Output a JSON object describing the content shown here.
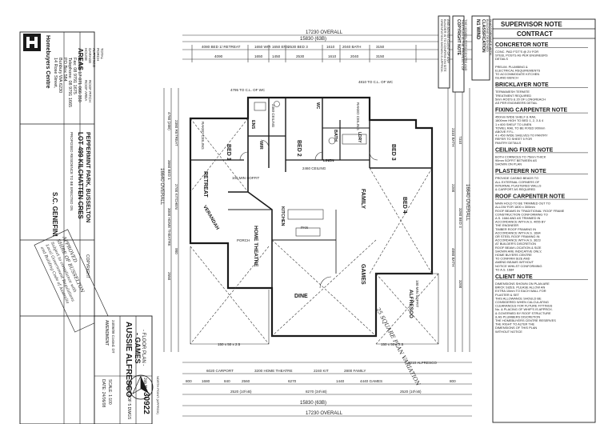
{
  "builder": {
    "name": "Homebuyers Centre",
    "address": [
      "14 Rose Street,",
      "Bunbury WA 6230",
      "PO Box 584",
      "Telephone: 08 9791 1665",
      "Fax: 08 9791 1675",
      "A.B.N. 17 071 066 350"
    ]
  },
  "areas": {
    "title": "AREAS",
    "rows": [
      "HOUSE",
      "GARAGE",
      "ALFRESCO",
      "PORCH",
      "TOTAL",
      "ROOF AREA",
      "ROOF PITCH"
    ]
  },
  "project": {
    "proposed": "PROPOSED RESIDENCE TO BE ERECTED ON",
    "lot": "LOT 499 KILCHATTEN CRES",
    "suburb": "PEPPERMINT PARK, BUSSELTON",
    "client": "S.C. GENEFINI",
    "copyright": "COPYRIGHT"
  },
  "stamp": {
    "lines": [
      "APPROVED",
      "SHIRE OF BUSSELTON",
      "Subject to compliance with",
      "Local Government Regulations",
      "and Building Code of Australia"
    ]
  },
  "dimensions": {
    "top_overall": "17230 OVERALL",
    "top_inner": "15830 (63B)",
    "bottom_overall": "17230 OVERALL",
    "bottom_inner": "15830 (63B)",
    "left_overall": "16640 OVERALL",
    "right_overall": "16640 OVERALL",
    "top_segments": [
      "4080 BED 1/ RETREAT",
      "1650 WIR",
      "1650 ENS",
      "2530 BED 3",
      "1610",
      "2040 BATH",
      "3150"
    ],
    "top_row2": [
      "4090",
      "1650",
      "1450",
      "2530",
      "1610",
      "2040",
      "3150"
    ],
    "bottom_segments": [
      "6020 CARPORT",
      "3200 HOME THEATRE",
      "2240 KIT",
      "2800 FAMILY",
      "3210 ALFRESCO"
    ],
    "bottom_row2": [
      "800",
      "1680",
      "840",
      "2560",
      "6270",
      "1440",
      "4440 GAMES",
      "800"
    ],
    "bottom_row3": [
      "2520 (10½B)",
      "8270 (34½B)",
      "2520 (10½B)"
    ],
    "setback_left": "4795 TO C.L. OF WC",
    "setback_right": "4810 TO C.L. OF WC",
    "left_segments": [
      "4780 (20B)",
      "3660 BED 1",
      "2380 RETREAT",
      "3000 HOME THEATRE",
      "2700 KITCHEN",
      "2550",
      "980"
    ],
    "right_segments": [
      "2310 BATH",
      "7310",
      "2200",
      "3280 BED 4",
      "4880 BATH",
      "3200"
    ]
  },
  "rooms": [
    "BED 1",
    "RETREAT",
    "WIR",
    "ENS",
    "BED 2",
    "BED 3",
    "BATH",
    "LDRY",
    "WC",
    "LINEN",
    "BED 4",
    "FAMILY",
    "KITCHEN",
    "HOME THEATRE",
    "VERANDAH",
    "DINE",
    "GAMES",
    "ALFRESCO",
    "PORCH",
    "PAN"
  ],
  "plan_notes": [
    "RAKED CEILING",
    "RAKED CEILING",
    "2460 CEILING",
    "2460 CEILING",
    "100 MIN SOFFIT",
    "100 MIN SOFFIT",
    "150 x 50 x 2.5",
    "150 x 50 x 2.5",
    "25 SQUARE PLAN VARIATION"
  ],
  "title_block": {
    "job_no_label": "Job No.",
    "job_no": "30922",
    "sheet": "SHEET 2 OF 5 DWGS",
    "scale": "SCALE: 1:100",
    "date": "DATE: 24/06/08",
    "amendment": "AMENDMENT",
    "amend_date": "24/06/08  Costed. DT",
    "title1": "AUSSIE ALFRESCO",
    "title2": "- GAMES",
    "title3": "- FLOOR PLAN -",
    "north": "NORTH POINT (APPROX)"
  },
  "supervisor_note": {
    "title": "SUPERVISOR NOTE",
    "contract": "CONTRACT",
    "sections": [
      {
        "heading": "CONCRETOR NOTE",
        "lines": [
          "CONC. PAD F'DT'S @ 2V FOR",
          "STEEL POSTS AS PER ENGINEERS",
          "DETAILS"
        ]
      },
      {
        "heading": "",
        "lines": [
          "PRELIM. PLUMBING &",
          "ELECTRICAL REQUIREMENTS",
          "TO ACCOMMODATE KITCHEN",
          "ISLAND BENCH"
        ]
      },
      {
        "heading": "BRICKLAYER NOTE",
        "lines": [
          "TERMAMESH TERMITE",
          "TREATMENT REQUIRED",
          "5mm ROD'S & 20 OF LONGREACH",
          "AS PER ENGINEERS DETAIL"
        ]
      },
      {
        "heading": "FIXING CARPENTER NOTE",
        "lines": [
          "450mm WIDE SHELF & RAIL",
          "1800mm HIGH TO BED 1, 2, 3 & 4",
          "1 x 600 SHELF TO LINEN",
          "TOWEL RAIL TO BE FIXED 900mm",
          "ABOVE F.F.L.",
          "4 x 450 WIDE SHELVES TO PANTRY",
          "REFER TO SHEET 5 FOR",
          "PANTRY DETAILS"
        ]
      },
      {
        "heading": "CEILING FIXER NOTE",
        "lines": [
          "BOTH CORNICES TO 75mm THICK",
          "90mm SOFFIT BETWEEN AS",
          "SHOWN ON PLAN"
        ]
      },
      {
        "heading": "PLASTERER NOTE",
        "lines": [
          "PROVIDE CASING BEADS TO",
          "ALL EXTERNAL CORNERS OF",
          "INTERNAL PLASTERED WALLS",
          "& CARPORT AS REQUIRED"
        ]
      },
      {
        "heading": "ROOF CARPENTER NOTE",
        "lines": [
          "MAIN HOLD TO BE TRIMMED OUT TO",
          "ALLOW FOR 1800 x 300mm",
          "ROOF BEAMS IN 'TRADITIONAL' ROOF FRAME",
          "CONSTRUCTION CONFORMING TO",
          "A.S. 1684 AND AS TRIMMED IN",
          "ACCORDANCE WITH A.S. 4055 BY",
          "THE ENGINEER",
          "TIMBER ROOF FRAMING IN",
          "ACCORDANCE WITH A.S. 1684",
          "OR STEEL ROOF FRAMING IN",
          "ACCORDANCE WITH A.S. 3623",
          "AT BUILDER'S DISCRETION",
          "ROOF BEAM LOCATION & SIZE",
          "SHOWN ARE INDICATIVE ONLY,",
          "HOME BUYERS CENTRE",
          "TO CONFIRM SIZE AND",
          "AMEND BEAMS WITHOUT",
          "NOTICE WHILST CONFORMING",
          "TO A.S. 1684"
        ]
      },
      {
        "heading": "CLIENT NOTE",
        "lines": [
          "DIMENSIONS SHOWN ON PLAN ARE",
          "BRICK SIZES. PLEASE ALLOW AN",
          "EXTRA 10mm TO EACH WALL FOR",
          "PLASTER & SET",
          "THIS ALLOWANCE SHOULD BE",
          "CONSIDERED WHEN CALCULATING",
          "CLEARANCES FOR FUTURE FITTINGS",
          "No. & PLACING OF WHIP'S IS APPROX.",
          "& GOVERNED BY ROOF STRUCTURE",
          "& AS PLUMBERS DISCRETION",
          "THE HOMEBUYERS CENTRE RESERVES",
          "THE RIGHT TO ALTER THE",
          "DIMENSIONS OF THIS PLAN",
          "WITHOUT NOTICE"
        ]
      }
    ]
  },
  "wind": {
    "title": "N1 WIND",
    "sub": "CLASSIFICATION",
    "lines": [
      "BUILDING DESIGNED",
      "IN ACCORDANCE WITH",
      "THE BCA AS PER"
    ]
  },
  "copyright_note": {
    "title": "COPYRIGHT NOTE",
    "lines": [
      "THIS PLAN IS THE PROPERTY OF",
      "THE HOMEBUYERS CENTRE AND",
      "MUST NOT BE REPRODUCED",
      "WITHOUT PRIOR CONSENT"
    ]
  },
  "orientation_note": {
    "lines": [
      "ORIENTATION SHOWN IS APPROX.",
      "BUILDER IS TO CONFIRM ON SITE",
      "AND ADVISE CLIENT OF ANY",
      "DISCREPANCY PRIOR TO",
      "COMMENCEMENT OF WORKS"
    ]
  }
}
